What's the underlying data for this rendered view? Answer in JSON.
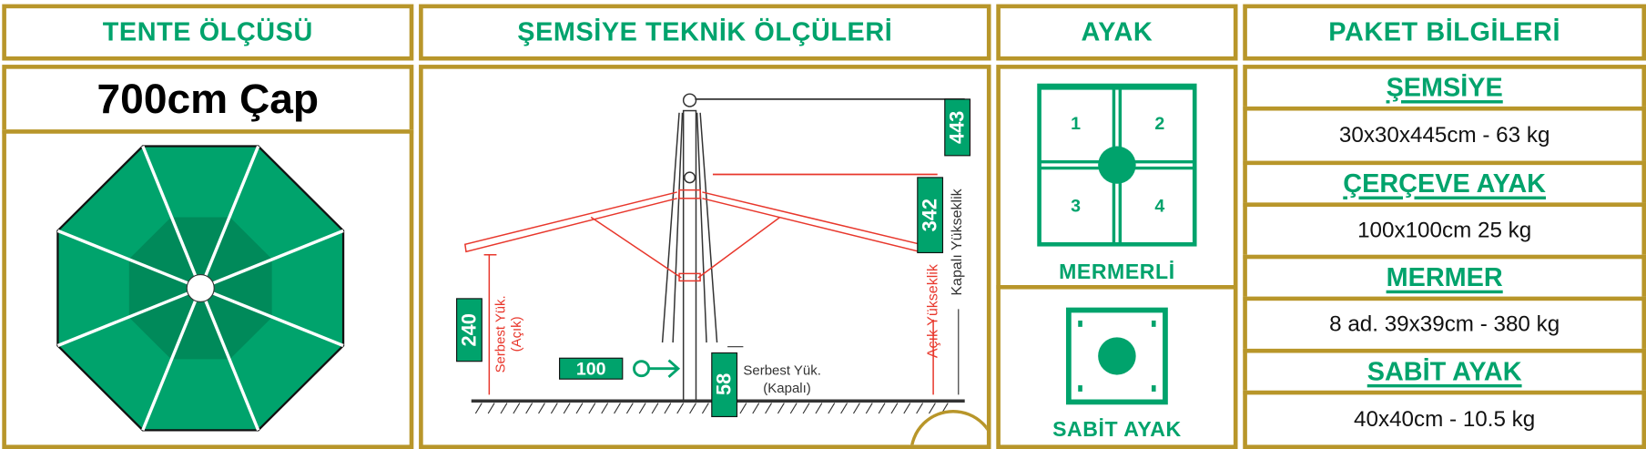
{
  "headers": {
    "tente": "TENTE ÖLÇÜSÜ",
    "teknik": "ŞEMSİYE TEKNİK ÖLÇÜLERİ",
    "ayak": "AYAK",
    "paket": "PAKET BİLGİLERİ"
  },
  "tente": {
    "size": "700cm Çap"
  },
  "teknik": {
    "closed_height": "443",
    "open_height": "342",
    "free_open": "240",
    "pole_distance": "100",
    "free_closed": "58",
    "label_free_open_1": "Serbest Yük.",
    "label_free_open_2": "(Açık)",
    "label_free_closed_1": "Serbest Yük.",
    "label_free_closed_2": "(Kapalı)",
    "label_open_height": "Açık Yükseklik",
    "label_closed_height": "Kapalı Yükseklik"
  },
  "ayak": {
    "quadrants": [
      "1",
      "2",
      "3",
      "4"
    ],
    "mermerli": "MERMERLİ",
    "sabit": "SABİT AYAK"
  },
  "paket": [
    {
      "title": "ŞEMSİYE",
      "value": "30x30x445cm - 63 kg"
    },
    {
      "title": "ÇERÇEVE AYAK",
      "value": "100x100cm 25 kg"
    },
    {
      "title": "MERMER",
      "value": "8 ad. 39x39cm - 380 kg"
    },
    {
      "title": "SABİT AYAK",
      "value": "40x40cm - 10.5 kg"
    }
  ],
  "colors": {
    "green": "#00a36c",
    "gold": "#b8962a",
    "red": "#e8372c"
  }
}
